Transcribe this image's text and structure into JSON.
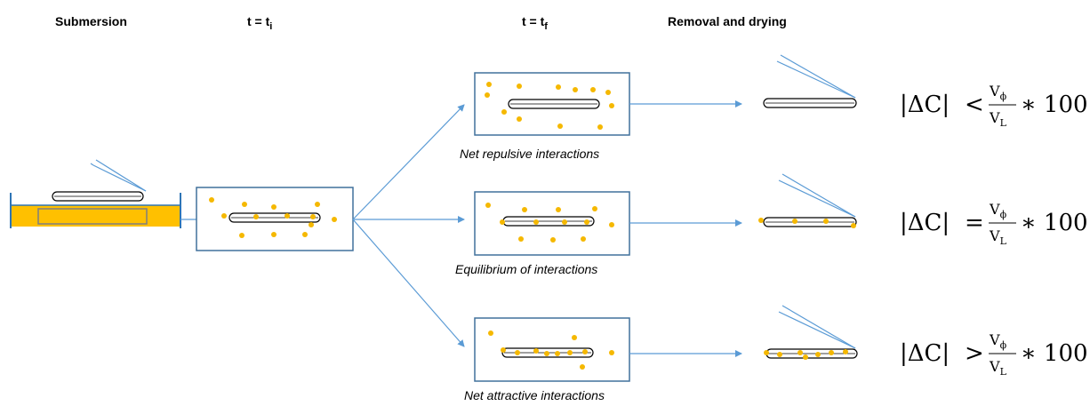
{
  "stages": {
    "submersion": "Submersion",
    "t_initial": {
      "base": "t = t",
      "sub": "i"
    },
    "t_final": {
      "base": "t = t",
      "sub": "f"
    },
    "removal": "Removal and drying"
  },
  "outcomes": [
    {
      "caption": "Net repulsive interactions",
      "relation": "<"
    },
    {
      "caption": "Equilibrium of interactions",
      "relation": "="
    },
    {
      "caption": "Net attractive interactions",
      "relation": ">"
    }
  ],
  "equation": {
    "lhs": "|ΔC|",
    "numerator": "V",
    "numerator_sub": "ϕ",
    "denominator": "V",
    "denominator_sub": "L",
    "rhs": "∗ 100"
  },
  "colors": {
    "particle": "#f5b800",
    "liquid": "#ffc000",
    "arrow": "#5b9bd5",
    "box_border": "#41719c",
    "container": "#2e75b6"
  }
}
